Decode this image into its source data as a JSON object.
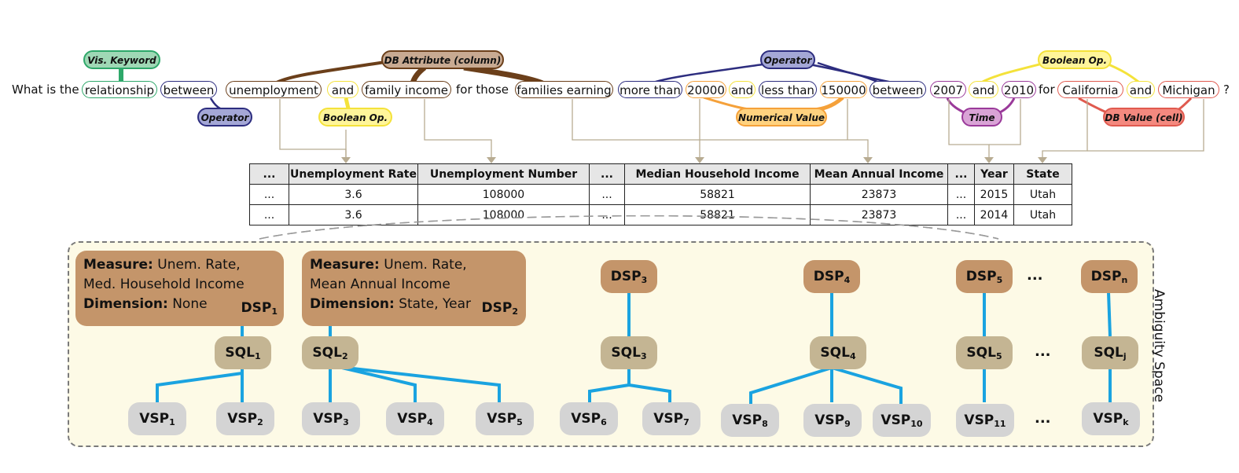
{
  "question": {
    "what_is_the": "What is the",
    "relationship": "relationship",
    "between1": "between",
    "unemployment": "unemployment",
    "and1": "and",
    "family_income": "family income",
    "for_those": "for those",
    "families_earning": "families earning",
    "more_than": "more than",
    "v20000": "20000",
    "and2": "and",
    "less_than": "less than",
    "v150000": "150000",
    "between2": "between",
    "y2007": "2007",
    "and3": "and",
    "y2010": "2010",
    "for": "for",
    "california": "California",
    "and4": "and",
    "michigan": "Michigan",
    "qmark": "?"
  },
  "tags": {
    "vis_keyword": "Vis. Keyword",
    "db_attribute": "DB Attribute (column)",
    "operator_top": "Operator",
    "boolean_top": "Boolean Op.",
    "operator_bottom": "Operator",
    "boolean_bottom": "Boolean Op.",
    "numerical_value": "Numerical Value",
    "time": "Time",
    "db_value": "DB Value (cell)"
  },
  "table": {
    "headers": [
      "...",
      "Unemployment Rate",
      "Unemployment Number",
      "...",
      "Median Household Income",
      "Mean Annual Income",
      "...",
      "Year",
      "State"
    ],
    "rows": [
      [
        "...",
        "3.6",
        "108000",
        "...",
        "58821",
        "23873",
        "...",
        "2015",
        "Utah"
      ],
      [
        "...",
        "3.6",
        "108000",
        "...",
        "58821",
        "23873",
        "...",
        "2014",
        "Utah"
      ]
    ]
  },
  "ambiguity": {
    "label": "Ambiguity Space",
    "measure_label": "Measure:",
    "dimension_label": "Dimension:",
    "dsp1": {
      "measure_line1": "Unem. Rate,",
      "measure_line2": "Med. Household Income",
      "dimension": "None",
      "name": "DSP",
      "sub": "1"
    },
    "dsp2": {
      "measure_line1": "Unem. Rate,",
      "measure_line2": "Mean Annual Income",
      "dimension": "State, Year",
      "name": "DSP",
      "sub": "2"
    },
    "dsp3": {
      "name": "DSP",
      "sub": "3"
    },
    "dsp4": {
      "name": "DSP",
      "sub": "4"
    },
    "dsp5": {
      "name": "DSP",
      "sub": "5"
    },
    "dspn": {
      "name": "DSP",
      "sub": "n"
    },
    "sql": [
      {
        "name": "SQL",
        "sub": "1"
      },
      {
        "name": "SQL",
        "sub": "2"
      },
      {
        "name": "SQL",
        "sub": "3"
      },
      {
        "name": "SQL",
        "sub": "4"
      },
      {
        "name": "SQL",
        "sub": "5"
      },
      {
        "name": "SQL",
        "sub": "j"
      }
    ],
    "vsp": [
      {
        "name": "VSP",
        "sub": "1"
      },
      {
        "name": "VSP",
        "sub": "2"
      },
      {
        "name": "VSP",
        "sub": "3"
      },
      {
        "name": "VSP",
        "sub": "4"
      },
      {
        "name": "VSP",
        "sub": "5"
      },
      {
        "name": "VSP",
        "sub": "6"
      },
      {
        "name": "VSP",
        "sub": "7"
      },
      {
        "name": "VSP",
        "sub": "8"
      },
      {
        "name": "VSP",
        "sub": "9"
      },
      {
        "name": "VSP",
        "sub": "10"
      },
      {
        "name": "VSP",
        "sub": "11"
      },
      {
        "name": "VSP",
        "sub": "k"
      }
    ],
    "ellipsis": "..."
  },
  "colors": {
    "vis_keyword": "#2ea86a",
    "db_attribute": "#6b3f1a",
    "operator": "#2d2d7f",
    "boolean": "#f4e23a",
    "numerical": "#f5a13a",
    "time": "#9a3a9a",
    "db_value": "#e05a4f",
    "connector_blue": "#1aa3e0",
    "arrow_tan": "#b8ac92"
  }
}
